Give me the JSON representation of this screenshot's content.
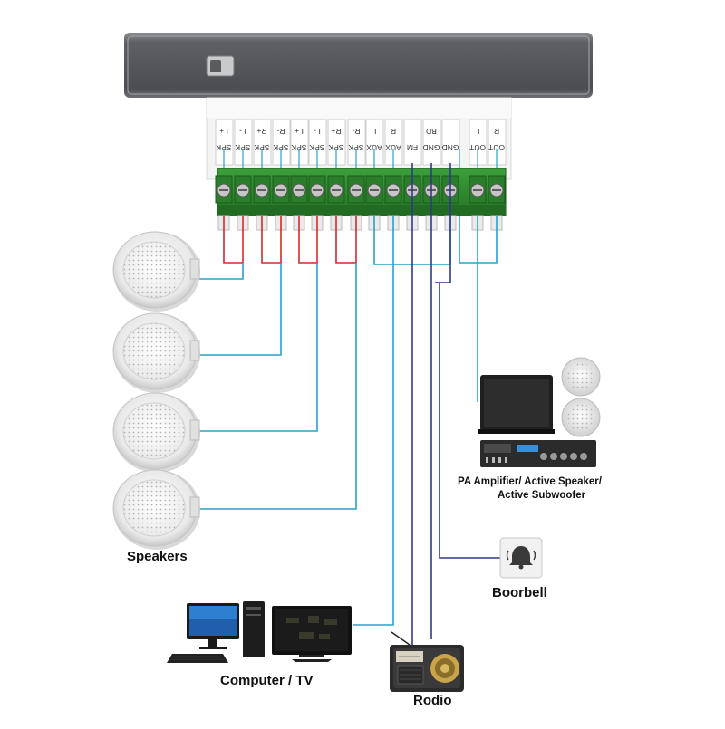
{
  "terminal_labels": [
    {
      "line1": "L+",
      "line2": "SPK"
    },
    {
      "line1": "L-",
      "line2": "SPK"
    },
    {
      "line1": "R+",
      "line2": "SPK"
    },
    {
      "line1": "R-",
      "line2": "SPK"
    },
    {
      "line1": "L+",
      "line2": "SPK"
    },
    {
      "line1": "L-",
      "line2": "SPK"
    },
    {
      "line1": "R+",
      "line2": "SPK"
    },
    {
      "line1": "R-",
      "line2": "SPK"
    },
    {
      "line1": "L",
      "line2": "AUX"
    },
    {
      "line1": "R",
      "line2": "AUX"
    },
    {
      "line1": "",
      "line2": "FM"
    },
    {
      "line1": "BD",
      "line2": "GND"
    },
    {
      "line1": "",
      "line2": "GND"
    },
    {
      "line1": "L",
      "line2": "OUT"
    },
    {
      "line1": "R",
      "line2": "OUT"
    }
  ],
  "captions": {
    "speakers": "Speakers",
    "pa_line1": "PA Amplifier/ Active Speaker/",
    "pa_line2": "Active Subwoofer",
    "doorbell": "Boorbell",
    "computer_tv": "Computer / TV",
    "radio": "Rodio"
  },
  "colors": {
    "wire_red": "#d42a2a",
    "wire_cyan": "#2aa0c8",
    "wire_navy": "#2e3a8c",
    "terminal_green": "#2f8a2f",
    "panel_gray": "#5d5e62"
  },
  "icons": [
    "speaker",
    "subwoofer",
    "amplifier",
    "doorbell",
    "computer",
    "tv",
    "radio"
  ]
}
